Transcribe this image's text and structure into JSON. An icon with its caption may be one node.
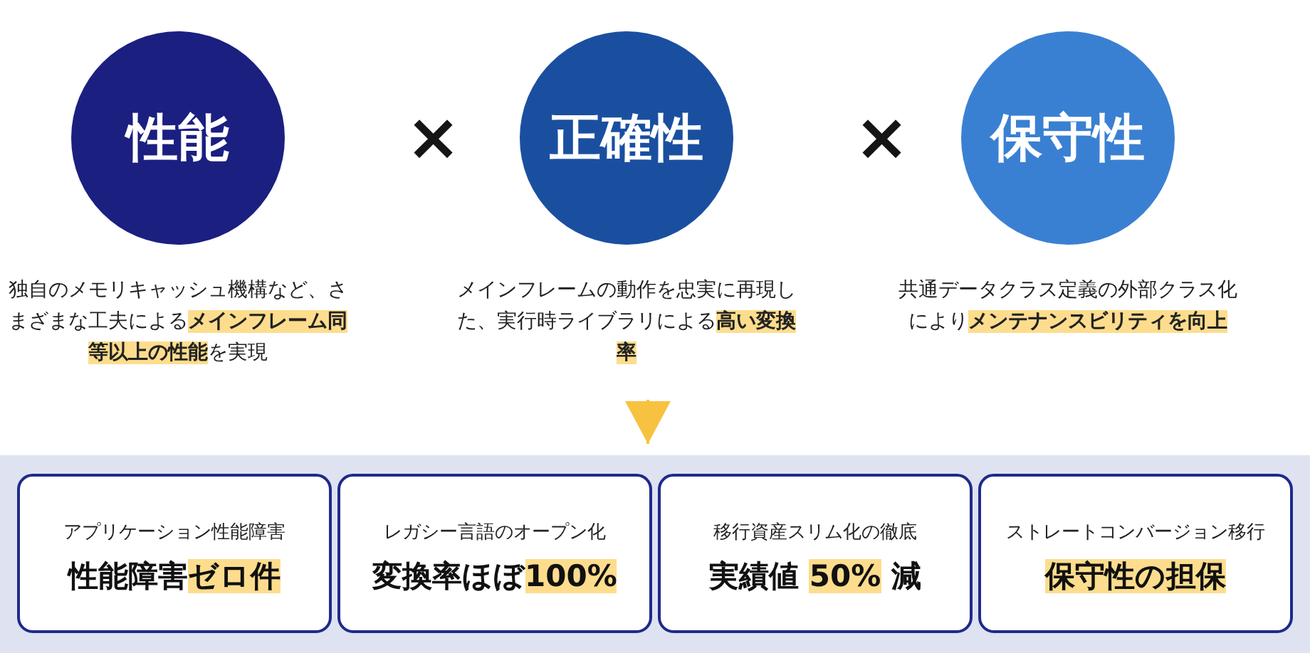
{
  "diagram": {
    "nodes": [
      {
        "text": [
          "性能"
        ],
        "beside": [
          "独自のメモリキャッシュ機構など、さまざまな工夫による**メインフレーム同等以上の性能**を実現"
        ]
      },
      {
        "text": [
          "正確性"
        ],
        "beside": [
          "メインフレームの動作を忠実に再現した、実行時ライブラリによる**高い変換率**"
        ]
      },
      {
        "text": [
          "保守性"
        ],
        "beside": [
          "共通データクラス定義の外部クラス化により**メンテナンスビリティを向上**"
        ]
      },
      {
        "text": [],
        "shape": "box"
      },
      {
        "text": [
          "アプリケーション性能障害",
          "性能障害**ゼロ件**"
        ],
        "in": 3
      },
      {
        "text": [
          "レガシー言語のオープン化",
          "変換率ほぼ**100%**"
        ],
        "in": 3
      },
      {
        "text": [
          "移行資産スリム化の徹底",
          "実績値 **50%** 減"
        ],
        "in": 3
      },
      {
        "text": [
          "ストレートコンバージョン移行",
          "**保守性の担保**"
        ],
        "in": 3
      }
    ],
    "edges": [
      {
        "from": null,
        "to": 3,
        "arrow": "to"
      }
    ],
    "labels": [
      "×",
      "×"
    ]
  }
}
